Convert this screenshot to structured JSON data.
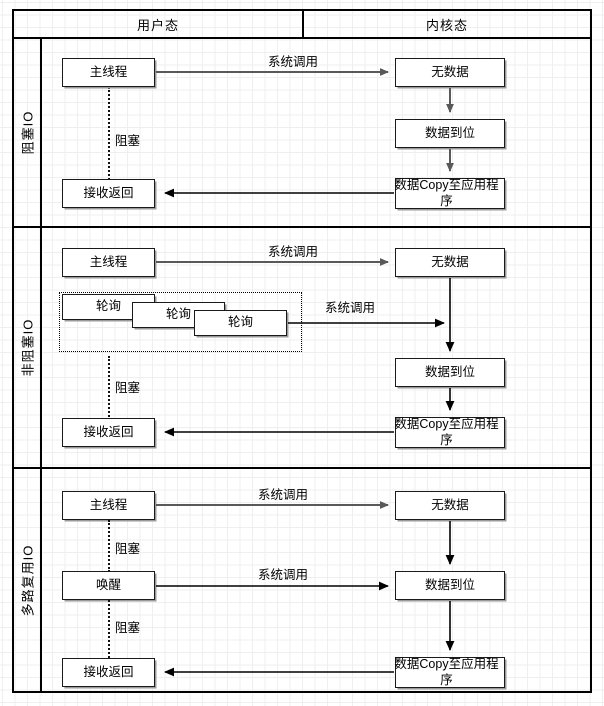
{
  "diagram": {
    "title_columns": {
      "user_space": "用户态",
      "kernel_space": "内核态"
    },
    "lanes": [
      {
        "id": "blocking-io",
        "label": "阻塞IO",
        "user_boxes": [
          {
            "name": "main-thread",
            "text": "主线程"
          },
          {
            "name": "receive-return",
            "text": "接收返回"
          }
        ],
        "kernel_boxes": [
          {
            "name": "no-data",
            "text": "无数据"
          },
          {
            "name": "data-ready",
            "text": "数据到位"
          },
          {
            "name": "data-copy",
            "text": "数据Copy至应用程序"
          }
        ],
        "edge_labels": [
          {
            "name": "syscall-1",
            "text": "系统调用"
          }
        ],
        "blocked_labels": [
          {
            "name": "blocked-1",
            "text": "阻塞"
          }
        ]
      },
      {
        "id": "non-blocking-io",
        "label": "非阻塞IO",
        "user_boxes": [
          {
            "name": "main-thread",
            "text": "主线程"
          },
          {
            "name": "poll-1",
            "text": "轮询"
          },
          {
            "name": "poll-2",
            "text": "轮询"
          },
          {
            "name": "poll-3",
            "text": "轮询"
          },
          {
            "name": "receive-return",
            "text": "接收返回"
          }
        ],
        "kernel_boxes": [
          {
            "name": "no-data",
            "text": "无数据"
          },
          {
            "name": "data-ready",
            "text": "数据到位"
          },
          {
            "name": "data-copy",
            "text": "数据Copy至应用程序"
          }
        ],
        "edge_labels": [
          {
            "name": "syscall-1",
            "text": "系统调用"
          },
          {
            "name": "syscall-2",
            "text": "系统调用"
          }
        ],
        "blocked_labels": [
          {
            "name": "blocked-1",
            "text": "阻塞"
          }
        ]
      },
      {
        "id": "multiplexed-io",
        "label": "多路复用IO",
        "user_boxes": [
          {
            "name": "main-thread",
            "text": "主线程"
          },
          {
            "name": "wakeup",
            "text": "唤醒"
          },
          {
            "name": "receive-return",
            "text": "接收返回"
          }
        ],
        "kernel_boxes": [
          {
            "name": "no-data",
            "text": "无数据"
          },
          {
            "name": "data-ready",
            "text": "数据到位"
          },
          {
            "name": "data-copy",
            "text": "数据Copy至应用程序"
          }
        ],
        "edge_labels": [
          {
            "name": "syscall-1",
            "text": "系统调用"
          },
          {
            "name": "syscall-2",
            "text": "系统调用"
          }
        ],
        "blocked_labels": [
          {
            "name": "blocked-1",
            "text": "阻塞"
          },
          {
            "name": "blocked-2",
            "text": "阻塞"
          }
        ]
      }
    ],
    "colors": {
      "line": "#000000",
      "box_border": "#1a1a1a",
      "box_fill": "#ffffff",
      "shadow": "#9a9a9a",
      "grid_minor": "#efefef",
      "grid_major": "#e2e2e2",
      "arrow_gray": "#595959",
      "arrow_black": "#000000"
    }
  }
}
